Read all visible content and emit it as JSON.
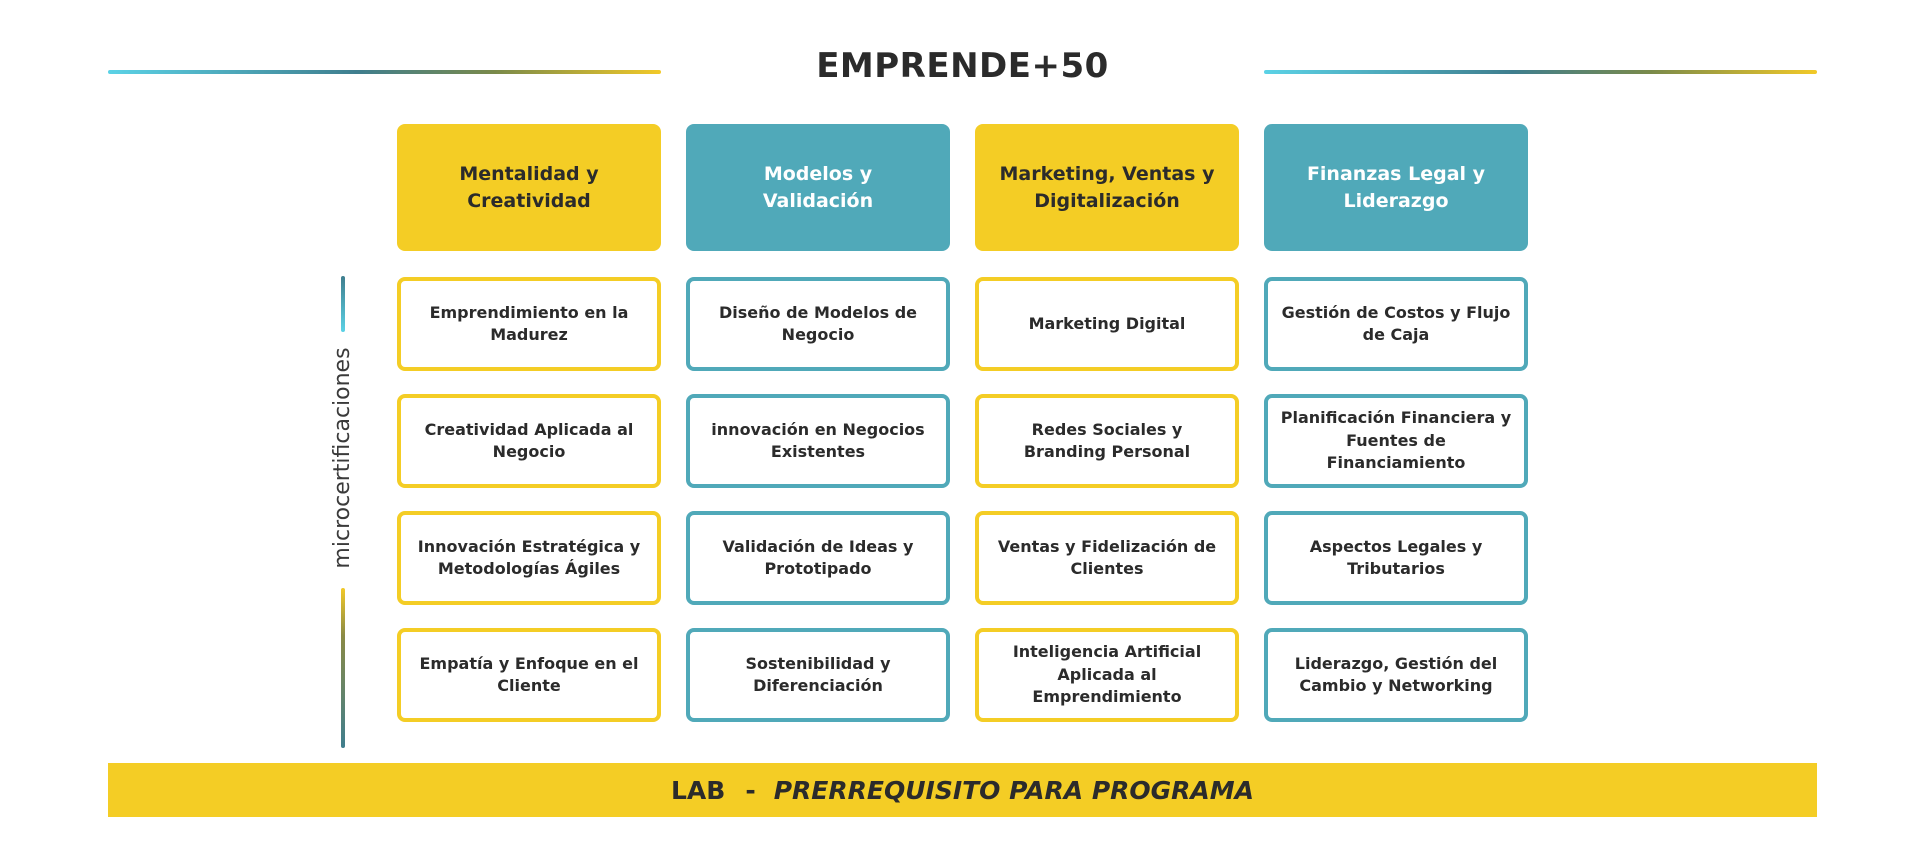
{
  "title": "EMPRENDE+50",
  "vertical_label": "microcertificaciones",
  "footer": {
    "lab": "LAB",
    "separator": "-",
    "note": "PRERREQUISITO PARA PROGRAMA"
  },
  "colors": {
    "yellow": "#f4cd25",
    "teal": "#50a9b9",
    "text": "#2b2b2b"
  },
  "columns": [
    {
      "header": "Mentalidad y Creatividad",
      "color": "yellow",
      "items": [
        "Emprendimiento en la Madurez",
        "Creatividad Aplicada al Negocio",
        "Innovación Estratégica y Metodologías Ágiles",
        "Empatía y Enfoque en el Cliente"
      ]
    },
    {
      "header": "Modelos y Validación",
      "color": "teal",
      "items": [
        "Diseño de Modelos de Negocio",
        "innovación en Negocios Existentes",
        "Validación de Ideas y Prototipado",
        "Sostenibilidad y Diferenciación"
      ]
    },
    {
      "header": "Marketing, Ventas y Digitalización",
      "color": "yellow",
      "items": [
        "Marketing Digital",
        "Redes Sociales y Branding Personal",
        "Ventas y Fidelización de Clientes",
        "Inteligencia Artificial Aplicada al Emprendimiento"
      ]
    },
    {
      "header": "Finanzas Legal y Liderazgo",
      "color": "teal",
      "items": [
        "Gestión de Costos y Flujo de Caja",
        "Planificación Financiera y Fuentes de Financiamiento",
        "Aspectos Legales y Tributarios",
        "Liderazgo, Gestión del Cambio y Networking"
      ]
    }
  ]
}
